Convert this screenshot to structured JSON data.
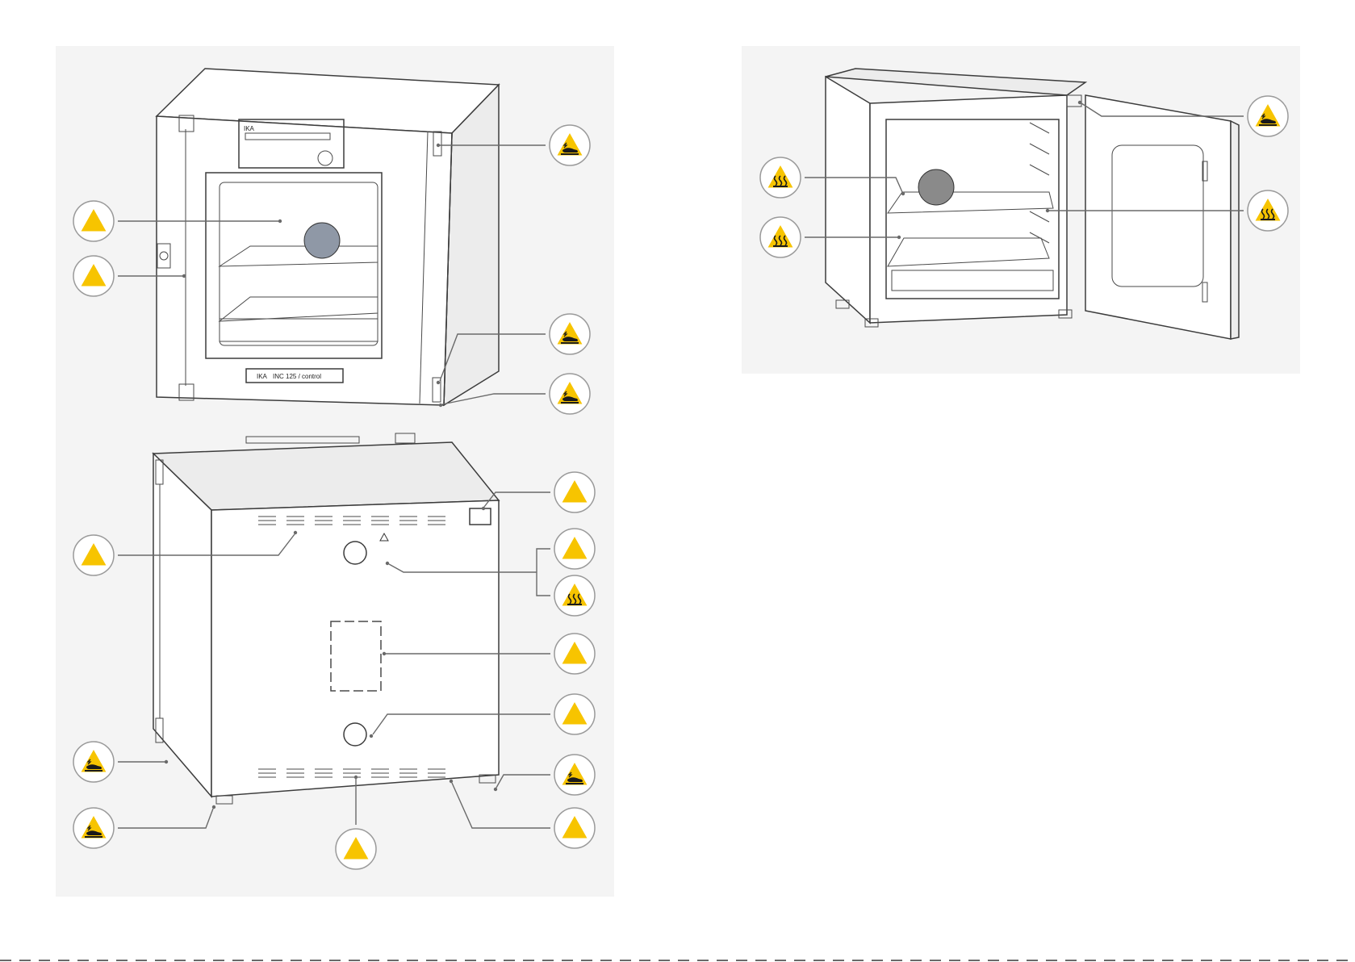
{
  "colors": {
    "panel_background": "#f4f4f4",
    "warning_yellow": "#f7c400",
    "glass_blue": "#b4c6e4",
    "line_grey": "#6a6a6a"
  },
  "device_front": {
    "display_brand": "IKA",
    "nameplate_brand": "IKA",
    "nameplate_model": "INC 125 / control"
  },
  "symbols": {
    "general": "exclamation-warning-icon",
    "hot_surface": "hot-surface-warning-icon",
    "crush_hand": "hand-crush-warning-icon"
  }
}
